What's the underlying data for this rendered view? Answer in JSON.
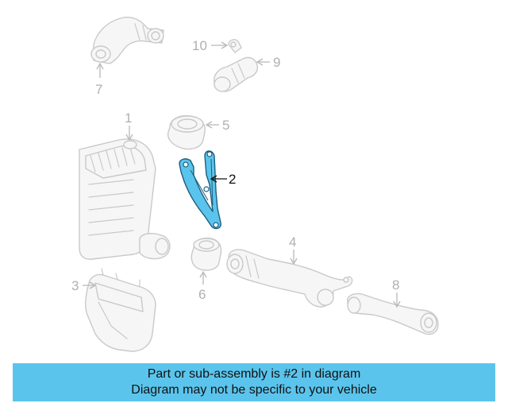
{
  "diagram": {
    "callouts": [
      {
        "label": "1"
      },
      {
        "label": "2"
      },
      {
        "label": "3"
      },
      {
        "label": "4"
      },
      {
        "label": "5"
      },
      {
        "label": "6"
      },
      {
        "label": "7"
      },
      {
        "label": "8"
      },
      {
        "label": "9"
      },
      {
        "label": "10"
      }
    ],
    "highlighted_part": "2",
    "colors": {
      "highlight_fill": "#5bc4ec",
      "highlight_stroke": "#1d5f7e",
      "ghost_stroke": "#c9c9c9",
      "banner": "#5bc4ec"
    }
  },
  "banner": {
    "line1": "Part or sub-assembly is #2 in diagram",
    "line2": "Diagram may not be specific to your vehicle"
  }
}
